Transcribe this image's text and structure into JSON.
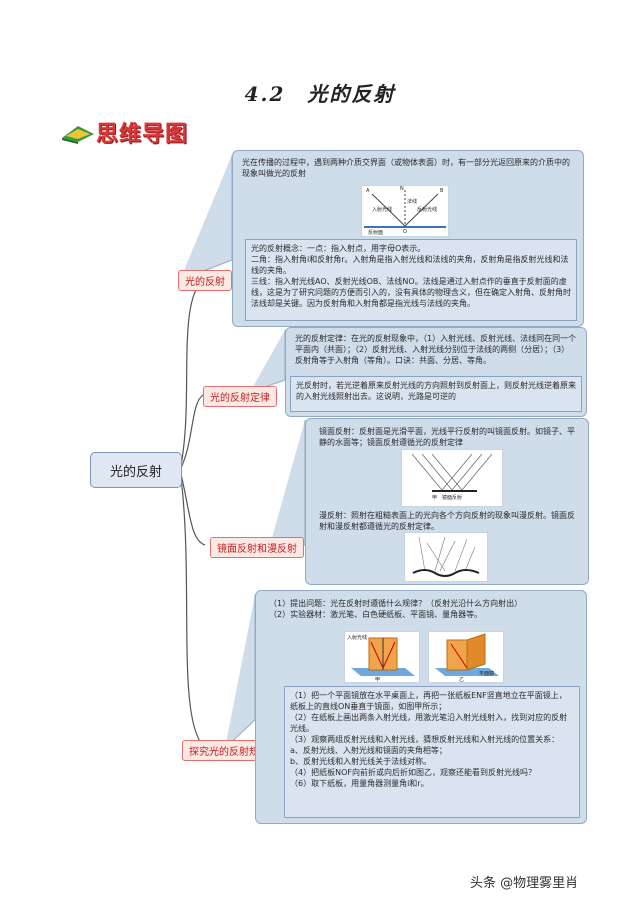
{
  "title": "4.2　光的反射",
  "logo_text": "思维导图",
  "root_label": "光的反射",
  "branches": [
    {
      "label": "光的反射"
    },
    {
      "label": "光的反射定律"
    },
    {
      "label": "镜面反射和漫反射"
    },
    {
      "label": "探究光的反射规律"
    }
  ],
  "texts": {
    "def": "光在传播的过程中，遇到两种介质交界面（或物体表面）时，有一部分光返回原来的介质中的现象叫做光的反射",
    "concept": "光的反射概念：一点：指入射点，用字母O表示。\n二角：指入射角i和反射角r。入射角是指入射光线和法线的夹角，反射角是指反射光线和法线的夹角。\n三线：指入射光线AO、反射光线OB、法线NO。法线是通过入射点作的垂直于反射面的虚线，这是为了研究问题的方便而引入的，没有具体的物理含义，但在确定入射角、反射角时法线却是关键。因为反射角和入射角都是指光线与法线的夹角。",
    "law": "光的反射定律：在光的反射现象中，（1）入射光线、反射光线、法线同在同一个平面内（共面）；（2）反射光线、入射光线分别位于法线的两侧（分居）；（3）反射角等于入射角（等角）。口诀：共面、分居、等角。",
    "reversible": "光反射时，若光逆着原来反射光线的方向照射到反射面上，则反射光线逆着原来的入射光线照射出去。这说明，光路是可逆的",
    "mirror": "镜面反射：反射面是光滑平面，光线平行反射的叫镜面反射。如镜子、平静的水面等；镜面反射遵循光的反射定律",
    "diffuse": "漫反射：照射在粗糙表面上的光向各个方向反射的现象叫漫反射。镜面反射和漫反射都遵循光的反射定律。",
    "question": "（1）提出问题：光在反射时遵循什么规律？（反射光沿什么方向射出）\n（2）实验器材：激光笔、白色硬纸板、平面镜、量角器等。",
    "steps": "（1）把一个平面镜放在水平桌面上，再把一张纸板ENF竖直地立在平面镜上，纸板上的直线ON垂直于镜面，如图甲所示；\n（2）在纸板上画出两条入射光线，用激光笔沿入射光线射入，找到对应的反射光线。\n（3）观察两组反射光线和入射光线，猜想反射光线和入射光线的位置关系：\na、反射光线、入射光线和镜面的夹角相等；\nb、反射光线和入射光线关于法线对称。\n（4）把纸板NOF向前折或向后折如图乙，观察还能看到反射光线吗？\n（6）取下纸板，用量角器测量角i和r。"
  },
  "figure_labels": {
    "fig1_incident": "入射光线",
    "fig1_reflected": "反射光线",
    "fig1_normal": "法线",
    "fig1_surface": "反射面",
    "fig1_A": "A",
    "fig1_B": "B",
    "fig1_N": "N",
    "fig1_O": "O",
    "fig2_caption": "甲　镜面反射",
    "fig4_a": "甲",
    "fig4_b": "乙",
    "fig4_incident": "入射光线",
    "fig4_mirror": "平面镜"
  },
  "watermark": "头条 @物理雾里肖",
  "colors": {
    "panel": "#cfdcea",
    "branch_text": "#c01f1f",
    "logo": "#d9383a"
  }
}
